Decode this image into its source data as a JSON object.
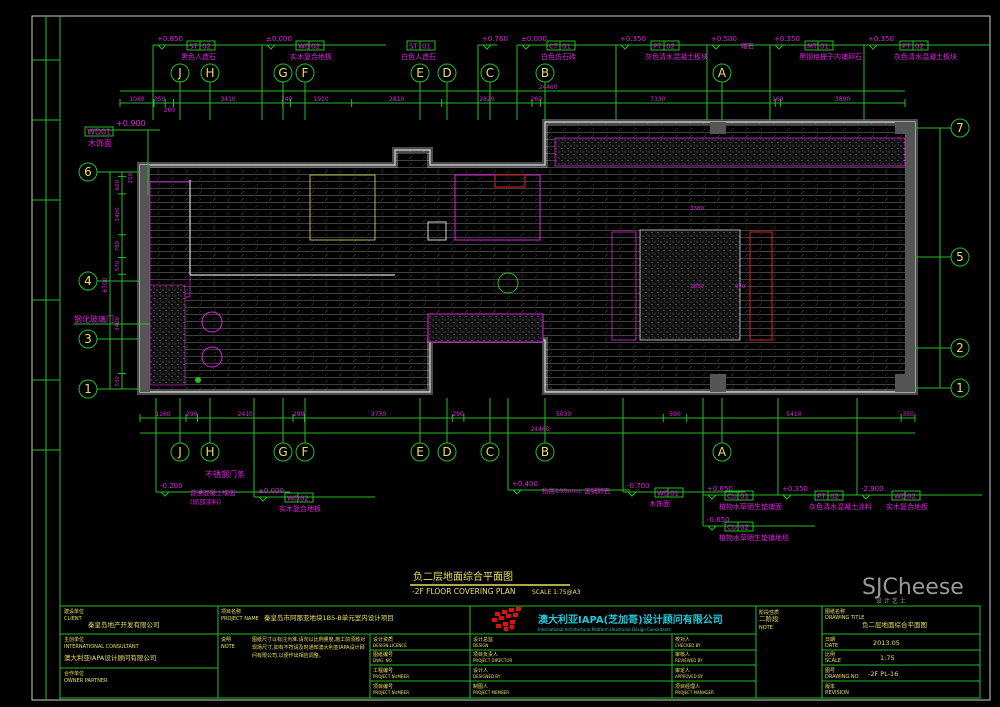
{
  "drawing": {
    "title_cn": "负二层地面综合平面图",
    "title_en": "-2F FLOOR COVERING PLAN",
    "scale_label": "SCALE 1:75@A3"
  },
  "grid": {
    "top_columns": [
      "J",
      "H",
      "G",
      "F",
      "E",
      "D",
      "C",
      "B",
      "A"
    ],
    "bottom_columns": [
      "J",
      "H",
      "G",
      "F",
      "E",
      "D",
      "C",
      "B",
      "A"
    ],
    "right_rows": [
      "7",
      "5",
      "2",
      "1"
    ],
    "left_rows": [
      "6",
      "4",
      "3",
      "1"
    ]
  },
  "dimensions": {
    "overall": "24460",
    "top_segments": [
      "1060",
      "350",
      "260",
      "3410",
      "240",
      "1910",
      "2810",
      "2820",
      "260",
      "7330",
      "160",
      "3890"
    ],
    "bottom_segments": [
      "1160",
      "290",
      "2410",
      "290",
      "3730",
      "290",
      "5030",
      "590",
      "5410",
      "350"
    ],
    "left_segments": [
      "150",
      "600",
      "1400",
      "780",
      "570",
      "3400",
      "530"
    ],
    "left_total": "6700",
    "inner": [
      "3380",
      "2850",
      "970"
    ]
  },
  "callouts_top": [
    {
      "elev": "+0.850",
      "code": "ST",
      "num": "02",
      "desc": "黑色人造石"
    },
    {
      "elev": "±0.000",
      "code": "WD",
      "num": "02",
      "desc": "实木复合地板"
    },
    {
      "elev": "+0.760",
      "code": "ST",
      "num": "01",
      "desc": "白色人造石"
    },
    {
      "elev": "±0.000",
      "code": "CT",
      "num": "01",
      "desc": "白色仿石砖"
    },
    {
      "elev": "+0.350",
      "code": "PT",
      "num": "02",
      "desc": "灰色清水混凝土板块"
    },
    {
      "elev": "+0.500",
      "code": "",
      "num": "",
      "desc": "踏石"
    },
    {
      "elev": "+0.350",
      "code": "MT",
      "num": "01",
      "desc": "黑钢格栅子内铺卵石"
    },
    {
      "elev": "+0.350",
      "code": "PT",
      "num": "02",
      "desc": "灰色清水混凝土板块"
    }
  ],
  "callout_left": {
    "elev": "+0.900",
    "code": "WD",
    "num": "01",
    "desc": "木饰面",
    "door": "钢化玻璃门"
  },
  "callouts_bottom": [
    {
      "elev": "-0.200",
      "code": "",
      "num": "",
      "desc": "普通混凝土墙面",
      "desc2": "(局部涂料)"
    },
    {
      "elev": "±0.000",
      "code": "WD",
      "num": "02",
      "desc": "实木复合地板"
    },
    {
      "elev": "+0.400",
      "code": "",
      "num": "",
      "desc": "抬高100mm, 面铺卵石"
    },
    {
      "elev": "-0.700",
      "code": "WD",
      "num": "01",
      "desc": "木饰面"
    },
    {
      "elev": "+0.650",
      "code": "CU",
      "num": "01",
      "desc": "植物水草晒生垫铺面"
    },
    {
      "elev": "-0.650",
      "code": "CU",
      "num": "02",
      "desc": "植物水草晒生垫铺地毯"
    },
    {
      "elev": "+0.350",
      "code": "PT",
      "num": "02",
      "desc": "灰色清水混凝土涂料"
    },
    {
      "elev": "-2.900",
      "code": "WD",
      "num": "02",
      "desc": "实木复合地板"
    }
  ],
  "bottom_note": "不锈钢门条",
  "title_block": {
    "client_label": "建设单位",
    "client_label_en": "CLIENT",
    "client": "秦皇岛地产开发有限公司",
    "project_label": "项目名称",
    "project_label_en": "PROJECT NAME",
    "project": "秦皇岛市阿那亚地块1B5-B单元室内设计项目",
    "consultant_label": "主创单位",
    "consultant_label_en": "INTERNATIONAL CONSULTANT",
    "consultant": "澳大利亚IAPA设计顾问有限公司",
    "partner_label": "合作单位",
    "partner_label_en": "OWNER PARTNER",
    "note_label": "说明",
    "note_label_en": "NOTE",
    "note": "图纸尺寸以标注为准,请勿以比例量度,施工前须核对现场尺寸,如有不符请及时通知澳大利亚IAPA设计顾问有限公司,以便作出相应调整。",
    "logo_cn": "澳大利亚IAPA(芝加哥)设计顾问有限公司",
    "logo_en": "International Architectural Platform (Australia) Design Consultants",
    "fields_left": [
      {
        "cn": "设计资质",
        "en": "DESIGN LICENCE"
      },
      {
        "cn": "图纸编号",
        "en": "DWG. NO."
      },
      {
        "cn": "工程编号",
        "en": "PROJECT NUMBER"
      },
      {
        "cn": "项目编号",
        "en": "PROJECT NUMBER"
      }
    ],
    "fields_mid": [
      {
        "cn": "设计总监",
        "en": "DESIGN"
      },
      {
        "cn": "项目负责人",
        "en": "PROJECT DIRECTOR"
      },
      {
        "cn": "设计人",
        "en": "DESIGNED BY"
      },
      {
        "cn": "制图人",
        "en": "PROJECT MEMBER"
      }
    ],
    "fields_right": [
      {
        "cn": "校对人",
        "en": "CHECKED BY"
      },
      {
        "cn": "审核人",
        "en": "REVIEWED BY"
      },
      {
        "cn": "审定人",
        "en": "APPROVED BY"
      },
      {
        "cn": "项目经理人",
        "en": "PROJECT MANAGER"
      }
    ],
    "stage_label": "阶段性质",
    "stage_value": "二阶段",
    "stage_en": "NOTE",
    "drawing_title_label": "图纸名称",
    "drawing_title_en": "DRAWING TITLE",
    "drawing_title": "负二层地面综合平面图",
    "date_label": "日期",
    "date_en": "DATE",
    "date": "2013.05",
    "scale_label": "比例",
    "scale_en": "SCALE",
    "scale": "1:75",
    "dwg_label": "图号",
    "dwg_en": "DRAWING NO.",
    "dwg": "-2F PL-16",
    "rev_label": "版本",
    "rev_en": "REVISION"
  },
  "watermark": {
    "brand": "SJCheese",
    "sub": "设 计 艺 土"
  },
  "colors": {
    "line": "#22c022",
    "text_magenta": "#e020e0",
    "text_yellow": "#e8e060",
    "wall": "#d8d8d8",
    "logo_red": "#e01010",
    "logo_cyan": "#20c8d8"
  }
}
